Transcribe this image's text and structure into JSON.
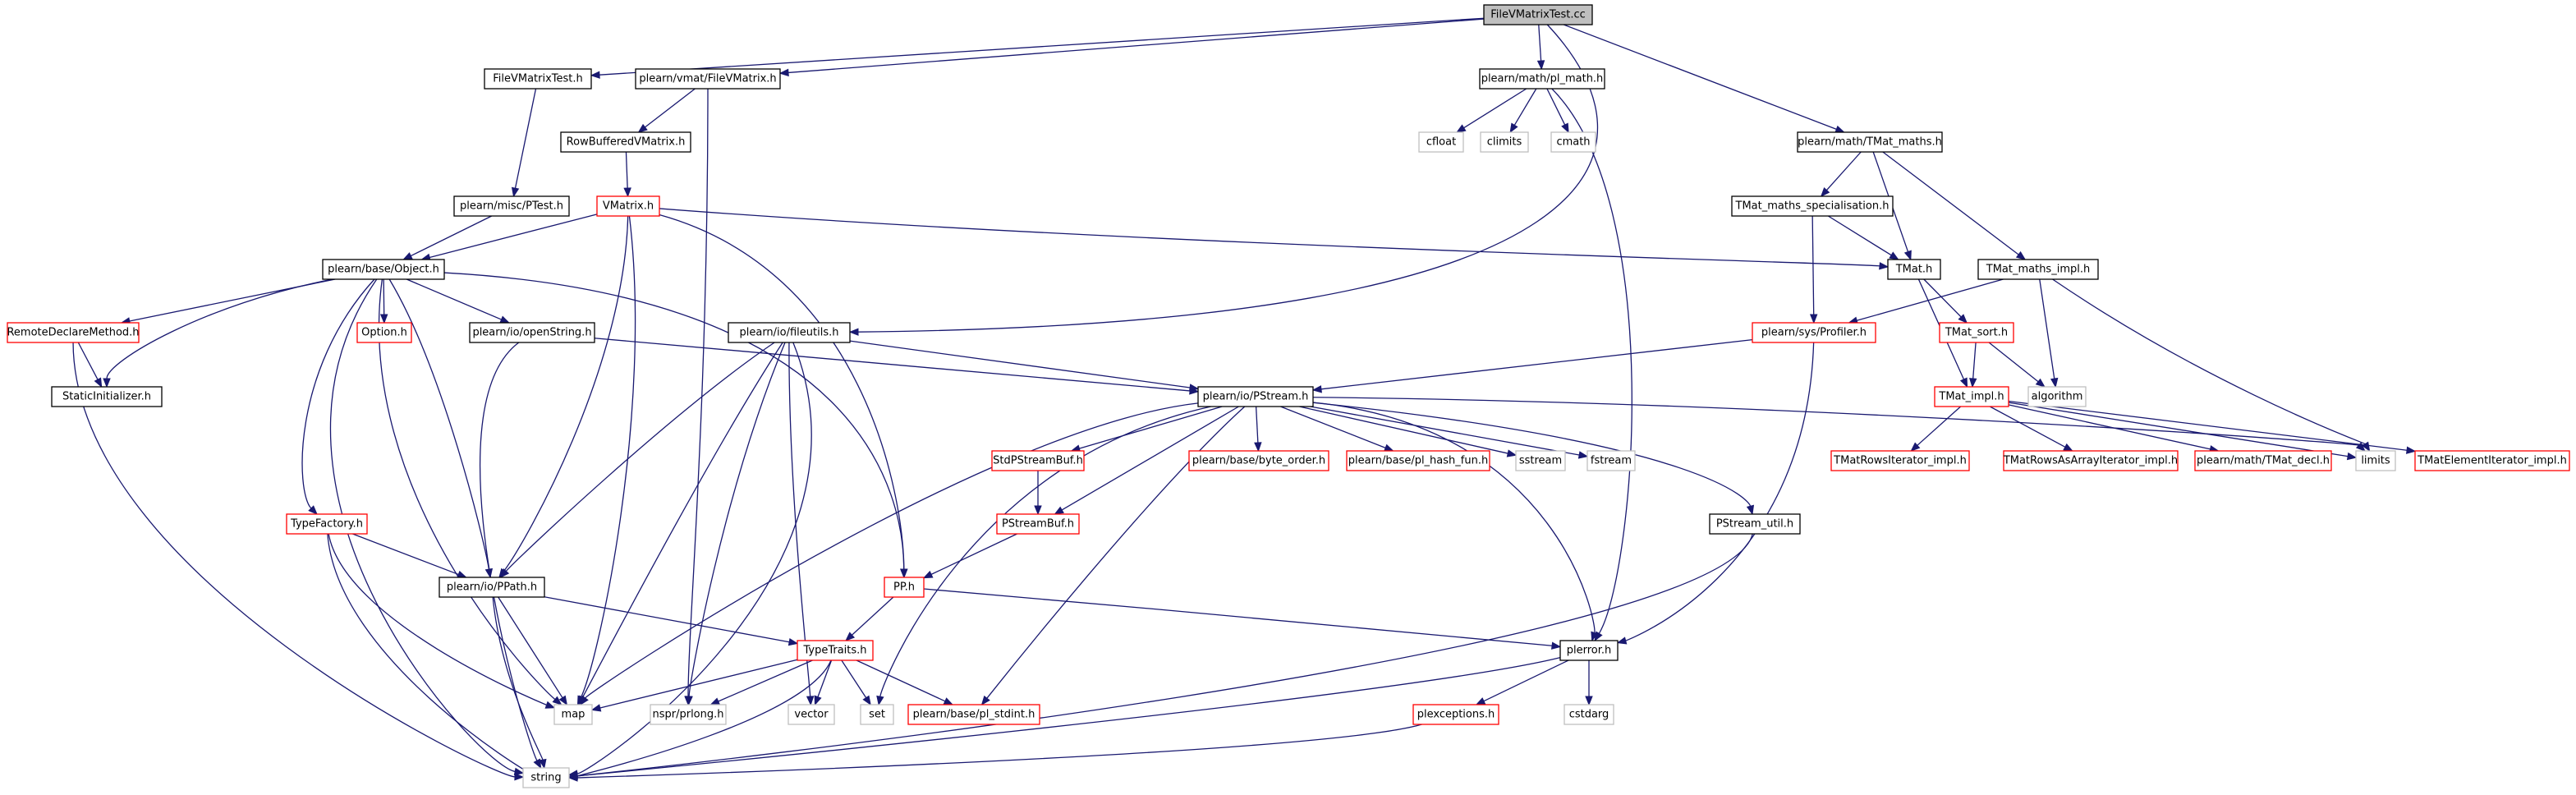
{
  "colors": {
    "edge": "#191970",
    "border_default": "#000000",
    "border_external": "#bfbfbf",
    "border_truncated": "#ff0000",
    "root_fill": "#bfbfbf",
    "fill_default": "#ffffff"
  },
  "nodes": [
    {
      "id": "FileVMatrixTest_cc",
      "label": "FileVMatrixTest.cc",
      "kind": "root"
    },
    {
      "id": "FileVMatrixTest_h",
      "label": "FileVMatrixTest.h",
      "kind": "normal"
    },
    {
      "id": "FileVMatrix_h",
      "label": "plearn/vmat/FileVMatrix.h",
      "kind": "normal"
    },
    {
      "id": "pl_math_h",
      "label": "plearn/math/pl_math.h",
      "kind": "normal"
    },
    {
      "id": "TMat_maths_h",
      "label": "plearn/math/TMat_maths.h",
      "kind": "normal"
    },
    {
      "id": "cfloat",
      "label": "cfloat",
      "kind": "external"
    },
    {
      "id": "climits",
      "label": "climits",
      "kind": "external"
    },
    {
      "id": "cmath",
      "label": "cmath",
      "kind": "external"
    },
    {
      "id": "RowBufferedVMatrix_h",
      "label": "RowBufferedVMatrix.h",
      "kind": "normal"
    },
    {
      "id": "PTest_h",
      "label": "plearn/misc/PTest.h",
      "kind": "normal"
    },
    {
      "id": "VMatrix_h",
      "label": "VMatrix.h",
      "kind": "truncated"
    },
    {
      "id": "TMat_maths_specialisation_h",
      "label": "TMat_maths_specialisation.h",
      "kind": "normal"
    },
    {
      "id": "TMat_h",
      "label": "TMat.h",
      "kind": "normal"
    },
    {
      "id": "TMat_maths_impl_h",
      "label": "TMat_maths_impl.h",
      "kind": "normal"
    },
    {
      "id": "Object_h",
      "label": "plearn/base/Object.h",
      "kind": "normal"
    },
    {
      "id": "RemoteDeclareMethod_h",
      "label": "RemoteDeclareMethod.h",
      "kind": "truncated"
    },
    {
      "id": "Option_h",
      "label": "Option.h",
      "kind": "truncated"
    },
    {
      "id": "openString_h",
      "label": "plearn/io/openString.h",
      "kind": "normal"
    },
    {
      "id": "fileutils_h",
      "label": "plearn/io/fileutils.h",
      "kind": "normal"
    },
    {
      "id": "Profiler_h",
      "label": "plearn/sys/Profiler.h",
      "kind": "truncated"
    },
    {
      "id": "TMat_sort_h",
      "label": "TMat_sort.h",
      "kind": "truncated"
    },
    {
      "id": "StaticInitializer_h",
      "label": "StaticInitializer.h",
      "kind": "normal"
    },
    {
      "id": "PStream_h",
      "label": "plearn/io/PStream.h",
      "kind": "normal"
    },
    {
      "id": "algorithm",
      "label": "algorithm",
      "kind": "external"
    },
    {
      "id": "TMat_impl_h",
      "label": "TMat_impl.h",
      "kind": "truncated"
    },
    {
      "id": "StdPStreamBuf_h",
      "label": "StdPStreamBuf.h",
      "kind": "truncated"
    },
    {
      "id": "byte_order_h",
      "label": "plearn/base/byte_order.h",
      "kind": "truncated"
    },
    {
      "id": "pl_hash_fun_h",
      "label": "plearn/base/pl_hash_fun.h",
      "kind": "truncated"
    },
    {
      "id": "sstream",
      "label": "sstream",
      "kind": "external"
    },
    {
      "id": "fstream",
      "label": "fstream",
      "kind": "external"
    },
    {
      "id": "TMatRowsIterator_impl_h",
      "label": "TMatRowsIterator_impl.h",
      "kind": "truncated"
    },
    {
      "id": "TMatRowsAsArrayIterator_impl_h",
      "label": "TMatRowsAsArrayIterator_impl.h",
      "kind": "truncated"
    },
    {
      "id": "TMat_decl_h",
      "label": "plearn/math/TMat_decl.h",
      "kind": "truncated"
    },
    {
      "id": "limits",
      "label": "limits",
      "kind": "external"
    },
    {
      "id": "TMatElementIterator_impl_h",
      "label": "TMatElementIterator_impl.h",
      "kind": "truncated"
    },
    {
      "id": "TypeFactory_h",
      "label": "TypeFactory.h",
      "kind": "truncated"
    },
    {
      "id": "PPath_h",
      "label": "plearn/io/PPath.h",
      "kind": "normal"
    },
    {
      "id": "PStreamBuf_h",
      "label": "PStreamBuf.h",
      "kind": "truncated"
    },
    {
      "id": "PStream_util_h",
      "label": "PStream_util.h",
      "kind": "normal"
    },
    {
      "id": "PP_h",
      "label": "PP.h",
      "kind": "truncated"
    },
    {
      "id": "TypeTraits_h",
      "label": "TypeTraits.h",
      "kind": "truncated"
    },
    {
      "id": "plerror_h",
      "label": "plerror.h",
      "kind": "normal"
    },
    {
      "id": "map",
      "label": "map",
      "kind": "external"
    },
    {
      "id": "nspr_prlong_h",
      "label": "nspr/prlong.h",
      "kind": "external"
    },
    {
      "id": "vector",
      "label": "vector",
      "kind": "external"
    },
    {
      "id": "set",
      "label": "set",
      "kind": "external"
    },
    {
      "id": "pl_stdint_h",
      "label": "plearn/base/pl_stdint.h",
      "kind": "truncated"
    },
    {
      "id": "cstdarg",
      "label": "cstdarg",
      "kind": "external"
    },
    {
      "id": "plexceptions_h",
      "label": "plexceptions.h",
      "kind": "truncated"
    },
    {
      "id": "string",
      "label": "string",
      "kind": "external"
    }
  ],
  "edges": [
    [
      "FileVMatrixTest_cc",
      "FileVMatrixTest_h"
    ],
    [
      "FileVMatrixTest_cc",
      "FileVMatrix_h"
    ],
    [
      "FileVMatrixTest_cc",
      "pl_math_h"
    ],
    [
      "FileVMatrixTest_cc",
      "TMat_maths_h"
    ],
    [
      "FileVMatrixTest_cc",
      "fileutils_h"
    ],
    [
      "FileVMatrixTest_h",
      "PTest_h"
    ],
    [
      "FileVMatrix_h",
      "RowBufferedVMatrix_h"
    ],
    [
      "FileVMatrix_h",
      "nspr_prlong_h"
    ],
    [
      "pl_math_h",
      "cfloat"
    ],
    [
      "pl_math_h",
      "climits"
    ],
    [
      "pl_math_h",
      "cmath"
    ],
    [
      "pl_math_h",
      "plerror_h"
    ],
    [
      "TMat_maths_h",
      "TMat_maths_specialisation_h"
    ],
    [
      "TMat_maths_h",
      "TMat_h"
    ],
    [
      "TMat_maths_h",
      "TMat_maths_impl_h"
    ],
    [
      "RowBufferedVMatrix_h",
      "VMatrix_h"
    ],
    [
      "PTest_h",
      "Object_h"
    ],
    [
      "VMatrix_h",
      "Object_h"
    ],
    [
      "VMatrix_h",
      "TMat_h"
    ],
    [
      "VMatrix_h",
      "PPath_h"
    ],
    [
      "VMatrix_h",
      "map"
    ],
    [
      "VMatrix_h",
      "PP_h"
    ],
    [
      "TMat_maths_specialisation_h",
      "TMat_h"
    ],
    [
      "TMat_maths_specialisation_h",
      "Profiler_h"
    ],
    [
      "TMat_h",
      "TMat_sort_h"
    ],
    [
      "TMat_h",
      "TMat_impl_h"
    ],
    [
      "TMat_maths_impl_h",
      "Profiler_h"
    ],
    [
      "TMat_maths_impl_h",
      "algorithm"
    ],
    [
      "TMat_maths_impl_h",
      "limits"
    ],
    [
      "Object_h",
      "RemoteDeclareMethod_h"
    ],
    [
      "Object_h",
      "StaticInitializer_h"
    ],
    [
      "Object_h",
      "Option_h"
    ],
    [
      "Object_h",
      "openString_h"
    ],
    [
      "Object_h",
      "TypeFactory_h"
    ],
    [
      "Object_h",
      "PPath_h"
    ],
    [
      "Object_h",
      "map"
    ],
    [
      "Object_h",
      "string"
    ],
    [
      "Object_h",
      "PP_h"
    ],
    [
      "RemoteDeclareMethod_h",
      "StaticInitializer_h"
    ],
    [
      "RemoteDeclareMethod_h",
      "string"
    ],
    [
      "openString_h",
      "PStream_h"
    ],
    [
      "openString_h",
      "string"
    ],
    [
      "fileutils_h",
      "PStream_h"
    ],
    [
      "fileutils_h",
      "PPath_h"
    ],
    [
      "fileutils_h",
      "map"
    ],
    [
      "fileutils_h",
      "nspr_prlong_h"
    ],
    [
      "fileutils_h",
      "vector"
    ],
    [
      "fileutils_h",
      "string"
    ],
    [
      "Profiler_h",
      "PStream_h"
    ],
    [
      "Profiler_h",
      "plerror_h"
    ],
    [
      "TMat_sort_h",
      "TMat_impl_h"
    ],
    [
      "TMat_sort_h",
      "algorithm"
    ],
    [
      "TMat_impl_h",
      "TMatRowsIterator_impl_h"
    ],
    [
      "TMat_impl_h",
      "TMatRowsAsArrayIterator_impl_h"
    ],
    [
      "TMat_impl_h",
      "TMat_decl_h"
    ],
    [
      "TMat_impl_h",
      "limits"
    ],
    [
      "TMat_impl_h",
      "TMatElementIterator_impl_h"
    ],
    [
      "PStream_h",
      "StdPStreamBuf_h"
    ],
    [
      "PStream_h",
      "byte_order_h"
    ],
    [
      "PStream_h",
      "pl_hash_fun_h"
    ],
    [
      "PStream_h",
      "sstream"
    ],
    [
      "PStream_h",
      "fstream"
    ],
    [
      "PStream_h",
      "PStream_util_h"
    ],
    [
      "PStream_h",
      "PStreamBuf_h"
    ],
    [
      "PStream_h",
      "plerror_h"
    ],
    [
      "PStream_h",
      "map"
    ],
    [
      "PStream_h",
      "set"
    ],
    [
      "PStream_h",
      "pl_stdint_h"
    ],
    [
      "PStream_h",
      "limits"
    ],
    [
      "StdPStreamBuf_h",
      "PStreamBuf_h"
    ],
    [
      "PStreamBuf_h",
      "PP_h"
    ],
    [
      "TypeFactory_h",
      "PPath_h"
    ],
    [
      "TypeFactory_h",
      "map"
    ],
    [
      "TypeFactory_h",
      "string"
    ],
    [
      "PPath_h",
      "TypeTraits_h"
    ],
    [
      "PPath_h",
      "map"
    ],
    [
      "PPath_h",
      "string"
    ],
    [
      "PStream_util_h",
      "string"
    ],
    [
      "PP_h",
      "TypeTraits_h"
    ],
    [
      "PP_h",
      "plerror_h"
    ],
    [
      "TypeTraits_h",
      "map"
    ],
    [
      "TypeTraits_h",
      "nspr_prlong_h"
    ],
    [
      "TypeTraits_h",
      "vector"
    ],
    [
      "TypeTraits_h",
      "set"
    ],
    [
      "TypeTraits_h",
      "pl_stdint_h"
    ],
    [
      "TypeTraits_h",
      "string"
    ],
    [
      "plerror_h",
      "cstdarg"
    ],
    [
      "plerror_h",
      "plexceptions_h"
    ],
    [
      "plerror_h",
      "string"
    ],
    [
      "plexceptions_h",
      "string"
    ]
  ]
}
